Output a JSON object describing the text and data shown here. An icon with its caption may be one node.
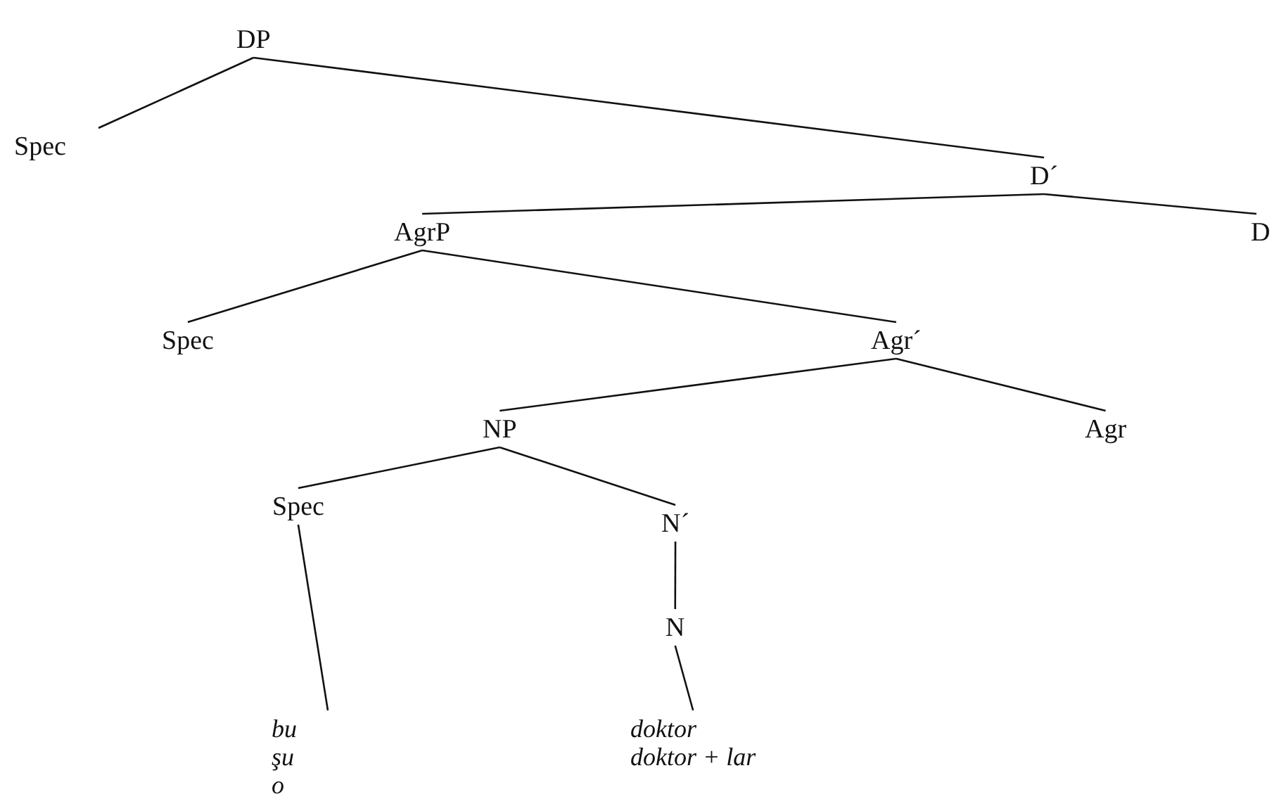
{
  "diagram": {
    "nodes": [
      {
        "text": [
          "DP"
        ]
      },
      {
        "text": [
          "Spec"
        ]
      },
      {
        "text": [
          "D´"
        ]
      },
      {
        "text": [
          "D"
        ]
      },
      {
        "text": [
          "AgrP"
        ]
      },
      {
        "text": [
          "Spec"
        ]
      },
      {
        "text": [
          "Agr´"
        ]
      },
      {
        "text": [
          "Agr"
        ]
      },
      {
        "text": [
          "NP"
        ]
      },
      {
        "text": [
          "Spec"
        ]
      },
      {
        "text": [
          "N´"
        ]
      },
      {
        "text": [
          "N"
        ]
      },
      {
        "text": [
          "bu",
          "şu",
          "o"
        ]
      },
      {
        "text": [
          "doktor",
          "doktor + lar"
        ]
      }
    ],
    "edges": [
      {
        "from": 0,
        "to": 1,
        "arrow": "none"
      },
      {
        "from": 0,
        "to": 2,
        "arrow": "none"
      },
      {
        "from": 2,
        "to": 4,
        "arrow": "none"
      },
      {
        "from": 2,
        "to": 3,
        "arrow": "none"
      },
      {
        "from": 4,
        "to": 5,
        "arrow": "none"
      },
      {
        "from": 4,
        "to": 6,
        "arrow": "none"
      },
      {
        "from": 6,
        "to": 8,
        "arrow": "none"
      },
      {
        "from": 6,
        "to": 7,
        "arrow": "none"
      },
      {
        "from": 8,
        "to": 9,
        "arrow": "none"
      },
      {
        "from": 8,
        "to": 10,
        "arrow": "none"
      },
      {
        "from": 9,
        "to": 12,
        "arrow": "none"
      },
      {
        "from": 10,
        "to": 11,
        "arrow": "none"
      },
      {
        "from": 11,
        "to": 13,
        "arrow": "none"
      }
    ]
  }
}
